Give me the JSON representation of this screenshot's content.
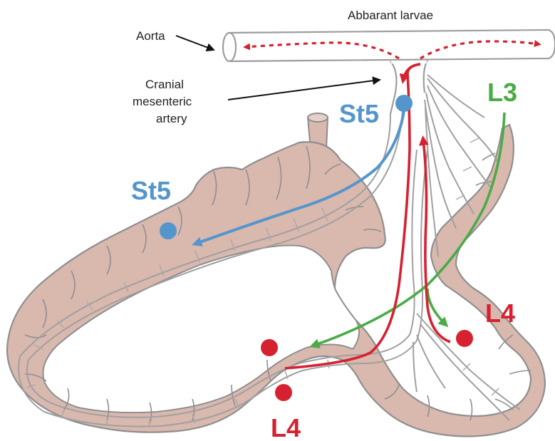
{
  "labels": {
    "abbarant": "Abbarant larvae",
    "aorta": "Aorta",
    "cma_line1": "Cranial",
    "cma_line2": "mesenteric",
    "cma_line3": "artery",
    "st5_top": "St5",
    "st5_left": "St5",
    "l3": "L3",
    "l4_right": "L4",
    "l4_bottom": "L4"
  },
  "colors": {
    "intestine_fill": "#d9b8ae",
    "intestine_stroke": "#9a9a9a",
    "vessel_stroke": "#9d9d9d",
    "st5_blue": "#5496cc",
    "l3_green": "#4aab47",
    "l4_red": "#d62230"
  }
}
